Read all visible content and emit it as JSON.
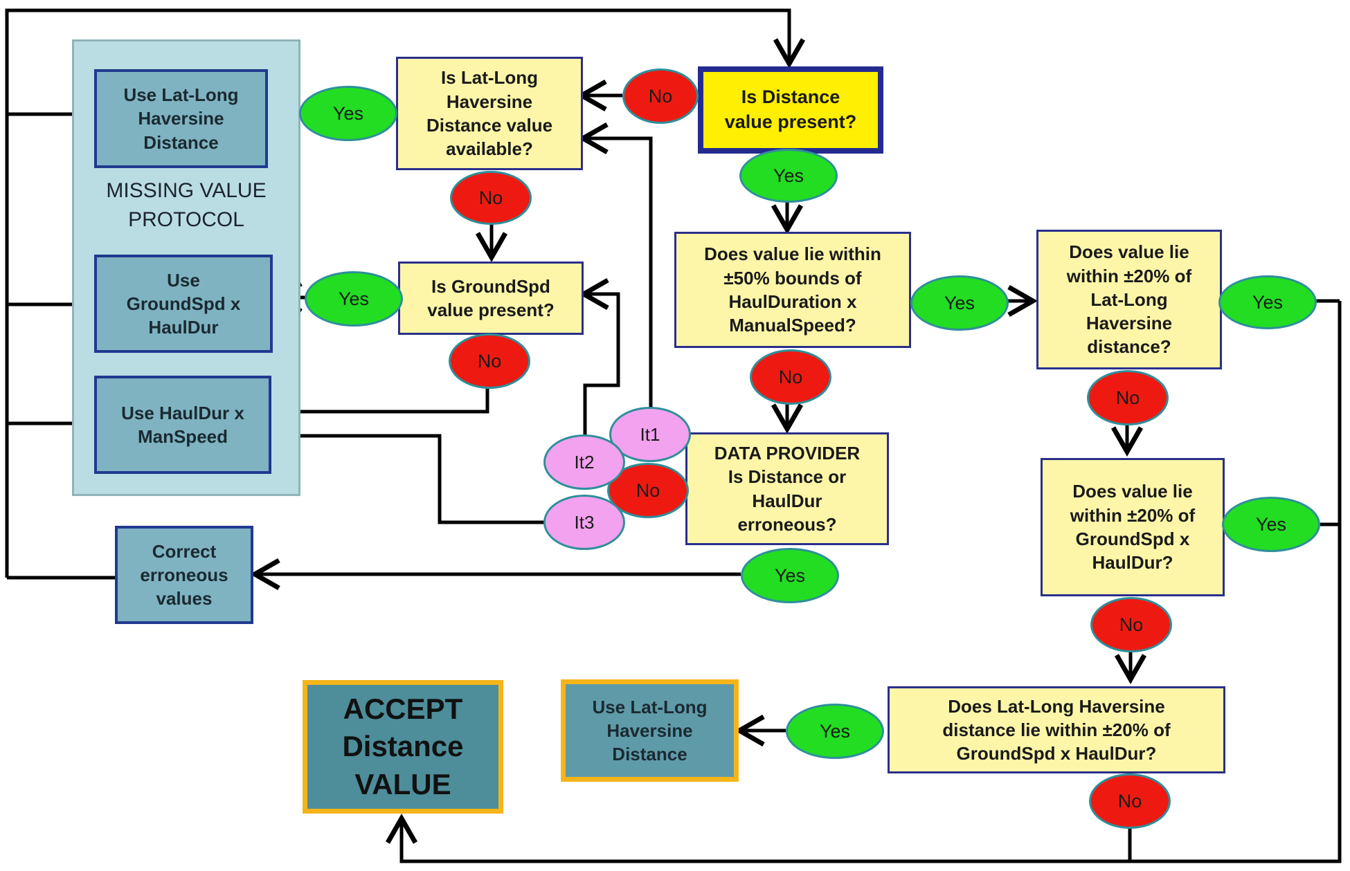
{
  "nodes": {
    "q_distance": "Is Distance\nvalue present?",
    "q_haversine": "Is Lat-Long\nHaversine\nDistance value\navailable?",
    "q_groundspd": "Is GroundSpd\nvalue present?",
    "q_bounds50": "Does value lie within\n±50% bounds of\nHaulDuration x\nManualSpeed?",
    "q_within20_haversine": "Does value lie\nwithin ±20% of\nLat-Long\nHaversine\ndistance?",
    "q_within20_groundspd": "Does value lie\nwithin ±20% of\nGroundSpd x\nHaulDur?",
    "q_haversine_vs_groundspd": "Does Lat-Long Haversine\ndistance lie within ±20% of\nGroundSpd x HaulDur?",
    "q_data_provider": "DATA PROVIDER\nIs Distance or\nHaulDur\nerroneous?",
    "use_haversine": "Use Lat-Long\nHaversine\nDistance",
    "use_groundspd": "Use\nGroundSpd x\nHaulDur",
    "use_hauldur": "Use HaulDur x\nManSpeed",
    "correct_values": "Correct\nerroneous\nvalues",
    "use_haversine_bottom": "Use Lat-Long\nHaversine\nDistance",
    "accept": "ACCEPT\nDistance\nVALUE"
  },
  "panel_label": "MISSING VALUE\nPROTOCOL",
  "labels": {
    "yes": "Yes",
    "no": "No",
    "it1": "It1",
    "it2": "It2",
    "it3": "It3"
  },
  "colors": {
    "yes_fill": "#22dd22",
    "no_fill": "#ee1a12",
    "iteration_fill": "#f2a2ee",
    "question_fill": "#fdf6a8",
    "action_fill": "#7fb3c2",
    "accept_border": "#f5b51a",
    "box_border": "#2a2f8a"
  }
}
